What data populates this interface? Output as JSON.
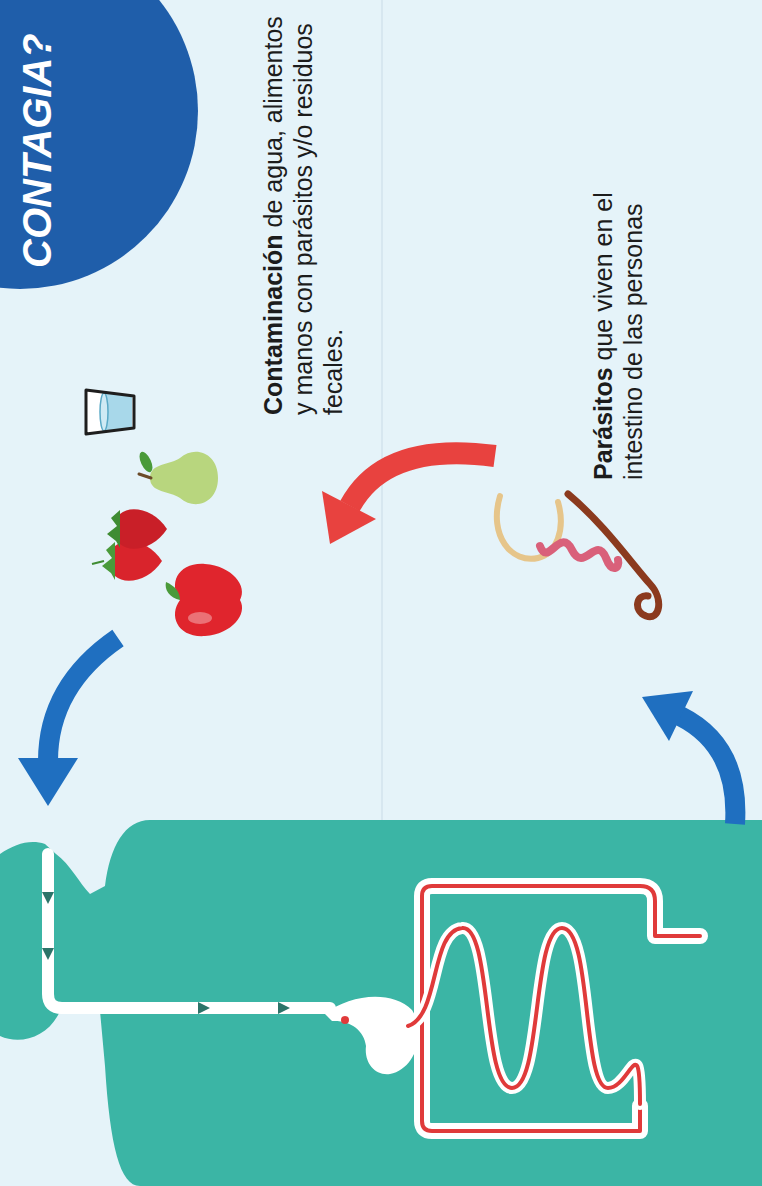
{
  "diagram": {
    "title": "CONTAGIA?",
    "labels": [
      "Contaminación",
      "de agua, alimentos y manos con parásitos y/o residuos fecales.",
      "Parásitos",
      "que viven en el intestino de las personas"
    ]
  }
}
